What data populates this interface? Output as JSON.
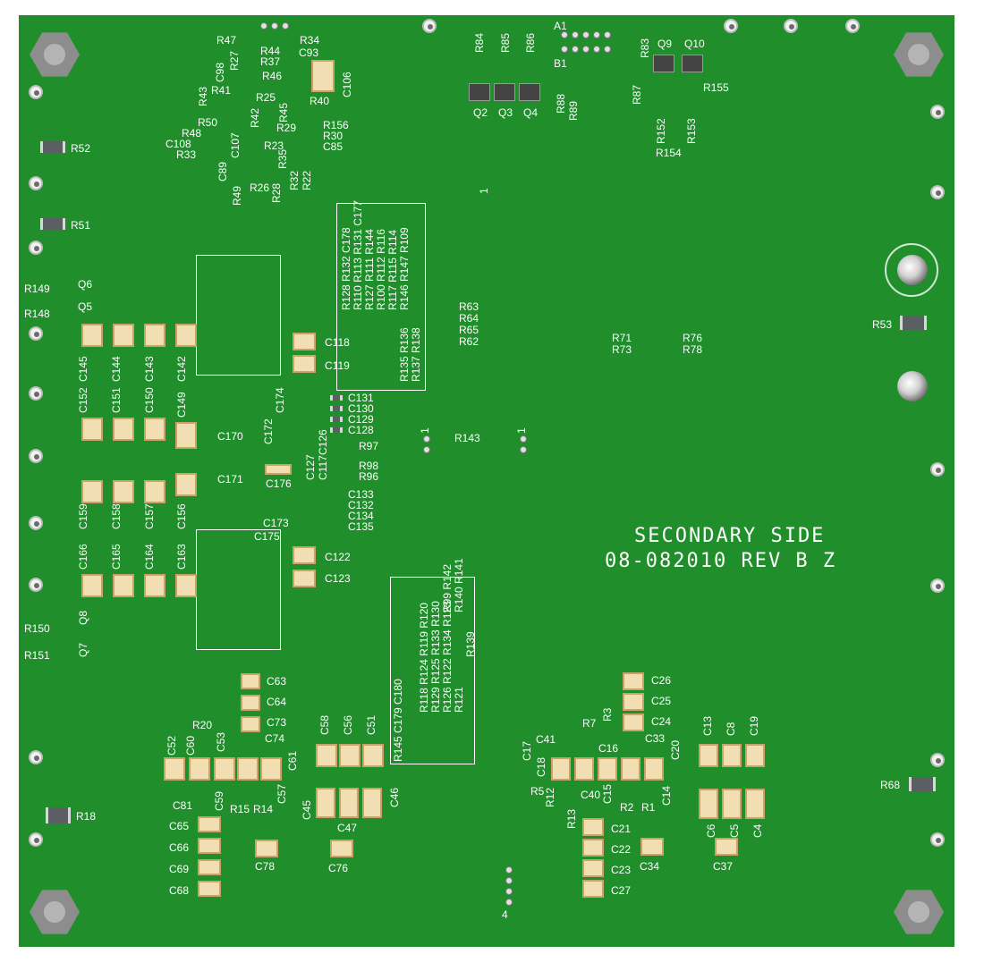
{
  "board_label": {
    "line1": "SECONDARY SIDE",
    "line2": "08-082010 REV B Z"
  },
  "colors": {
    "pcb": "#1f8e2b",
    "silkscreen": "#ffffff",
    "capacitor": "#f1dfb3"
  },
  "silk_blocks": {
    "top_block": [
      "R128 R132 C178",
      "R110 R113 R131 C177",
      "R127 R111 R144",
      "R100 R112 R116",
      "R117 R115 R114",
      "R146 R147 R109",
      "R135 R136",
      "R137 R138"
    ],
    "bottom_block": [
      "R99 R142",
      "R140 R141",
      "R139",
      "R118 R124 R119 R120",
      "R129 R125 R133 R130",
      "R126 R122 R134 R123",
      "R121",
      "R145 C179 C180"
    ]
  },
  "refs": {
    "R47": "R47",
    "R44": "R44",
    "R34": "R34",
    "R37": "R37",
    "C93": "C93",
    "C98": "C98",
    "R27": "R27",
    "R46": "R46",
    "C106": "C106",
    "R43": "R43",
    "R41": "R41",
    "R25": "R25",
    "R40": "R40",
    "R48": "R48",
    "R50": "R50",
    "R42": "R42",
    "R45": "R45",
    "R29": "R29",
    "R156": "R156",
    "C108": "C108",
    "R33": "R33",
    "R23": "R23",
    "R30": "R30",
    "C85": "C85",
    "C107": "C107",
    "C89": "C89",
    "R49": "R49",
    "R26": "R26",
    "R35": "R35",
    "R28": "R28",
    "R32": "R32",
    "R22": "R22",
    "R52": "R52",
    "R51": "R51",
    "R149": "R149",
    "Q6": "Q6",
    "R148": "R148",
    "Q5": "Q5",
    "C145": "C145",
    "C144": "C144",
    "C143": "C143",
    "C142": "C142",
    "C118": "C118",
    "C119": "C119",
    "C152": "C152",
    "C151": "C151",
    "C150": "C150",
    "C149": "C149",
    "C172": "C172",
    "C174": "C174",
    "C131": "C131",
    "C130": "C130",
    "C129": "C129",
    "C128": "C128",
    "C126": "C126",
    "R97": "R97",
    "C127": "C127",
    "C117": "C117",
    "R98": "R98",
    "R96": "R96",
    "C170": "C170",
    "C171": "C171",
    "C176": "C176",
    "R143": "R143",
    "C133": "C133",
    "C132": "C132",
    "C134": "C134",
    "C135": "C135",
    "C159": "C159",
    "C158": "C158",
    "C157": "C157",
    "C156": "C156",
    "C173": "C173",
    "C175": "C175",
    "C122": "C122",
    "C123": "C123",
    "C166": "C166",
    "C165": "C165",
    "C164": "C164",
    "C163": "C163",
    "R150": "R150",
    "Q8": "Q8",
    "R151": "R151",
    "Q7": "Q7",
    "C63": "C63",
    "C64": "C64",
    "C73": "C73",
    "C74": "C74",
    "R20": "R20",
    "C52": "C52",
    "C60": "C60",
    "C53": "C53",
    "C61": "C61",
    "C58": "C58",
    "C56": "C56",
    "C51": "C51",
    "C81": "C81",
    "C59": "C59",
    "R15": "R15",
    "R14": "R14",
    "C57": "C57",
    "C45": "C45",
    "C47": "C47",
    "C46": "C46",
    "R18": "R18",
    "C65": "C65",
    "C66": "C66",
    "C69": "C69",
    "C68": "C68",
    "C78": "C78",
    "C76": "C76",
    "R84": "R84",
    "R85": "R85",
    "R86": "R86",
    "Q2": "Q2",
    "Q3": "Q3",
    "Q4": "Q4",
    "A1": "A1",
    "B1": "B1",
    "R83": "R83",
    "Q9": "Q9",
    "Q10": "Q10",
    "R87": "R87",
    "R88": "R88",
    "R89": "R89",
    "R155": "R155",
    "R152": "R152",
    "R153": "R153",
    "R154": "R154",
    "R63": "R63",
    "R64": "R64",
    "R65": "R65",
    "R62": "R62",
    "R71": "R71",
    "R73": "R73",
    "R76": "R76",
    "R78": "R78",
    "R53": "R53",
    "C26": "C26",
    "C25": "C25",
    "C24": "C24",
    "R7": "R7",
    "R3": "R3",
    "C41": "C41",
    "C33": "C33",
    "C16": "C16",
    "C17": "C17",
    "C18": "C18",
    "C20": "C20",
    "C13": "C13",
    "C8": "C8",
    "C19": "C19",
    "R5": "R5",
    "C40": "C40",
    "R12": "R12",
    "R13": "R13",
    "C15": "C15",
    "R2": "R2",
    "R1": "R1",
    "C14": "C14",
    "C6": "C6",
    "C5": "C5",
    "C4": "C4",
    "C21": "C21",
    "C22": "C22",
    "C23": "C23",
    "C27": "C27",
    "C34": "C34",
    "C37": "C37",
    "R68": "R68",
    "one": "1",
    "four": "4"
  }
}
